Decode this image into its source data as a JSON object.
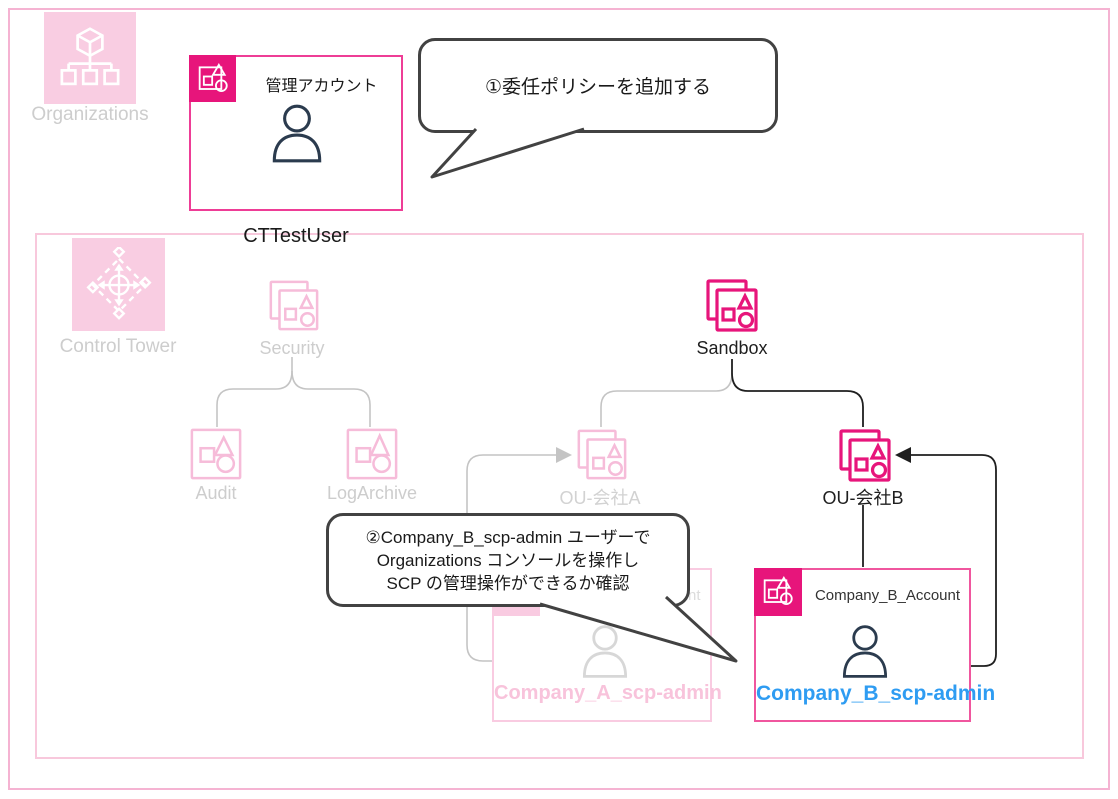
{
  "colors": {
    "accent_magenta": "#e7157b",
    "bright_box_border": "#f0569e",
    "management_box_border": "#ee3d96",
    "pale_pink_fill": "#f9cde2",
    "pale_pink_stroke": "#f6bcd9",
    "faded_label_gray": "#cdcdcd",
    "dark_line": "#1f1f1f",
    "gray_line": "#c4c4c4",
    "user_blue": "#2e9cf2",
    "faded_pink_text": "#f8c3db",
    "bubble_border": "#424242"
  },
  "organizations": {
    "label": "Organizations"
  },
  "control_tower": {
    "label": "Control Tower"
  },
  "management_account": {
    "title": "管理アカウント",
    "user": "CTTestUser"
  },
  "bubbles": {
    "one": {
      "text": "①委任ポリシーを追加する"
    },
    "two": {
      "lines": [
        "②Company_B_scp-admin ユーザーで",
        "Organizations コンソールを操作し",
        "SCP の管理操作ができるか確認"
      ]
    }
  },
  "tree": {
    "security": {
      "label": "Security"
    },
    "audit": {
      "label": "Audit"
    },
    "log_archive": {
      "label": "LogArchive"
    },
    "sandbox": {
      "label": "Sandbox"
    },
    "ou_company_a": {
      "label": "OU-会社A"
    },
    "ou_company_b": {
      "label": "OU-会社B"
    }
  },
  "company_a": {
    "title": "Company_A_Account",
    "user": "Company_A_scp-admin"
  },
  "company_b": {
    "title": "Company_B_Account",
    "user": "Company_B_scp-admin"
  }
}
